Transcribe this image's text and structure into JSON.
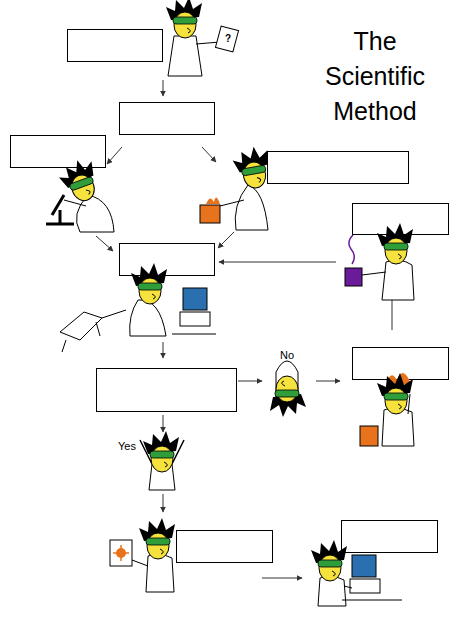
{
  "diagram": {
    "title": "The Scientific Method",
    "labels": [
      "?",
      "No",
      "Yes"
    ]
  }
}
